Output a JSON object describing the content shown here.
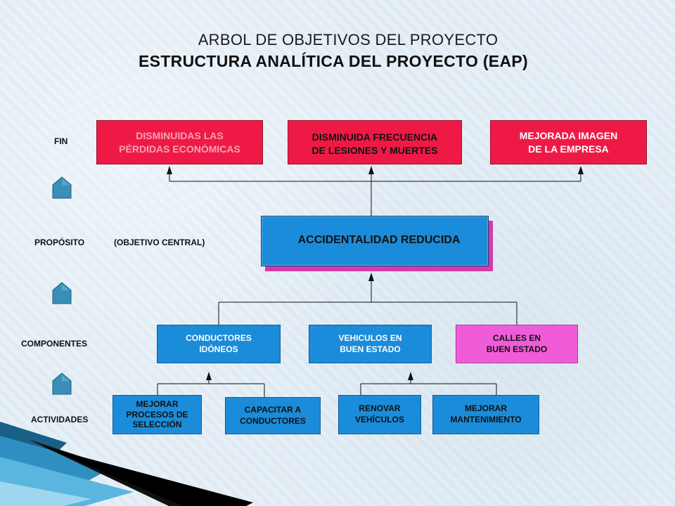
{
  "title": "ARBOL DE OBJETIVOS DEL PROYECTO",
  "subtitle": "ESTRUCTURA ANALÍTICA DEL PROYECTO (EAP)",
  "levels": {
    "fin": "FIN",
    "proposito": "PROPÓSITO",
    "objetivo_central": "(OBJETIVO CENTRAL)",
    "componentes": "COMPONENTES",
    "actividades": "ACTIVIDADES"
  },
  "fines": [
    {
      "line1": "DISMINUIDAS LAS",
      "line2": "PÉRDIDAS ECONÓMICAS"
    },
    {
      "line1": "DISMINUIDA FRECUENCIA",
      "line2": "DE LESIONES Y MUERTES"
    },
    {
      "line1": "MEJORADA IMAGEN",
      "line2": "DE LA EMPRESA"
    }
  ],
  "proposito_box": "ACCIDENTALIDAD REDUCIDA",
  "componentes": [
    {
      "line1": "CONDUCTORES",
      "line2": "IDÓNEOS"
    },
    {
      "line1": "VEHICULOS EN",
      "line2": "BUEN ESTADO"
    },
    {
      "line1": "CALLES EN",
      "line2": "BUEN ESTADO"
    }
  ],
  "actividades": [
    {
      "line1": "MEJORAR",
      "line2": "PROCESOS DE",
      "line3": "SELECCIÓN"
    },
    {
      "line1": "CAPACITAR A",
      "line2": "CONDUCTORES"
    },
    {
      "line1": "RENOVAR",
      "line2": "VEHÍCULOS"
    },
    {
      "line1": "MEJORAR",
      "line2": "MANTENIMIENTO"
    }
  ],
  "colors": {
    "fin_box": "#ee1a45",
    "component_blue": "#1b8cd9",
    "component_pink": "#f05cd7",
    "proposito_fill": "#1b8cd9",
    "proposito_shadow": "#d63aa8",
    "arrow_icon": "#3a8fb8"
  }
}
